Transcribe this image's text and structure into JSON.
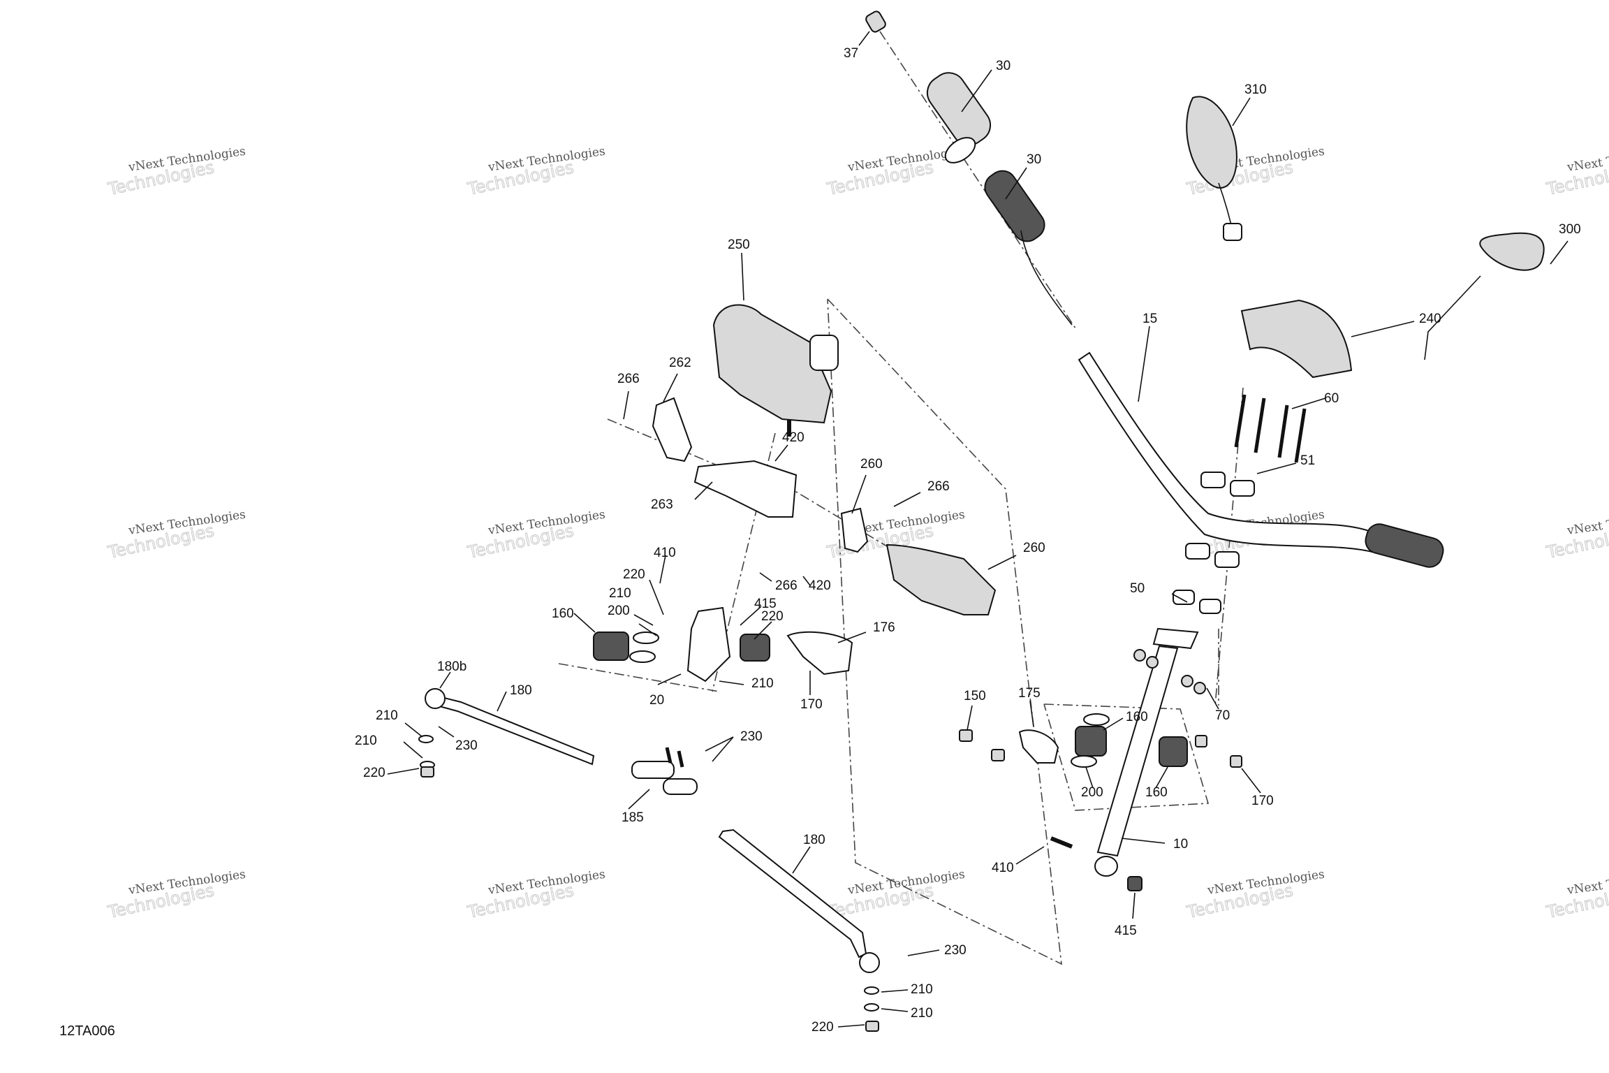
{
  "diagram": {
    "reference_code": "12TA006",
    "watermark": {
      "line1": "vNext Technologies",
      "line2": "Technologies"
    },
    "callouts": [
      {
        "id": "c37",
        "text": "37"
      },
      {
        "id": "c30a",
        "text": "30"
      },
      {
        "id": "c30b",
        "text": "30"
      },
      {
        "id": "c310",
        "text": "310"
      },
      {
        "id": "c300",
        "text": "300"
      },
      {
        "id": "c240",
        "text": "240"
      },
      {
        "id": "c15",
        "text": "15"
      },
      {
        "id": "c60",
        "text": "60"
      },
      {
        "id": "c51",
        "text": "51"
      },
      {
        "id": "c50",
        "text": "50"
      },
      {
        "id": "c70",
        "text": "70"
      },
      {
        "id": "c250",
        "text": "250"
      },
      {
        "id": "c262",
        "text": "262"
      },
      {
        "id": "c266a",
        "text": "266"
      },
      {
        "id": "c420a",
        "text": "420"
      },
      {
        "id": "c263",
        "text": "263"
      },
      {
        "id": "c260a",
        "text": "260"
      },
      {
        "id": "c266b",
        "text": "266"
      },
      {
        "id": "c260b",
        "text": "260"
      },
      {
        "id": "c410a",
        "text": "410"
      },
      {
        "id": "c266c",
        "text": "266"
      },
      {
        "id": "c420b",
        "text": "420"
      },
      {
        "id": "c220a",
        "text": "220"
      },
      {
        "id": "c210a",
        "text": "210"
      },
      {
        "id": "c200a",
        "text": "200"
      },
      {
        "id": "c160a",
        "text": "160"
      },
      {
        "id": "c415a",
        "text": "415"
      },
      {
        "id": "c220b",
        "text": "220"
      },
      {
        "id": "c176",
        "text": "176"
      },
      {
        "id": "c210b",
        "text": "210"
      },
      {
        "id": "c20",
        "text": "20"
      },
      {
        "id": "c170a",
        "text": "170"
      },
      {
        "id": "c180b",
        "text": "180b"
      },
      {
        "id": "c180a",
        "text": "180"
      },
      {
        "id": "c210c",
        "text": "210"
      },
      {
        "id": "c230a",
        "text": "230"
      },
      {
        "id": "c210d",
        "text": "210"
      },
      {
        "id": "c220c",
        "text": "220"
      },
      {
        "id": "c230b",
        "text": "230"
      },
      {
        "id": "c185",
        "text": "185"
      },
      {
        "id": "c180c",
        "text": "180"
      },
      {
        "id": "c230c",
        "text": "230"
      },
      {
        "id": "c210e",
        "text": "210"
      },
      {
        "id": "c210f",
        "text": "210"
      },
      {
        "id": "c220d",
        "text": "220"
      },
      {
        "id": "c150",
        "text": "150"
      },
      {
        "id": "c175",
        "text": "175"
      },
      {
        "id": "c160b",
        "text": "160"
      },
      {
        "id": "c200b",
        "text": "200"
      },
      {
        "id": "c160c",
        "text": "160"
      },
      {
        "id": "c170b",
        "text": "170"
      },
      {
        "id": "c10",
        "text": "10"
      },
      {
        "id": "c410b",
        "text": "410"
      },
      {
        "id": "c415b",
        "text": "415"
      }
    ]
  }
}
